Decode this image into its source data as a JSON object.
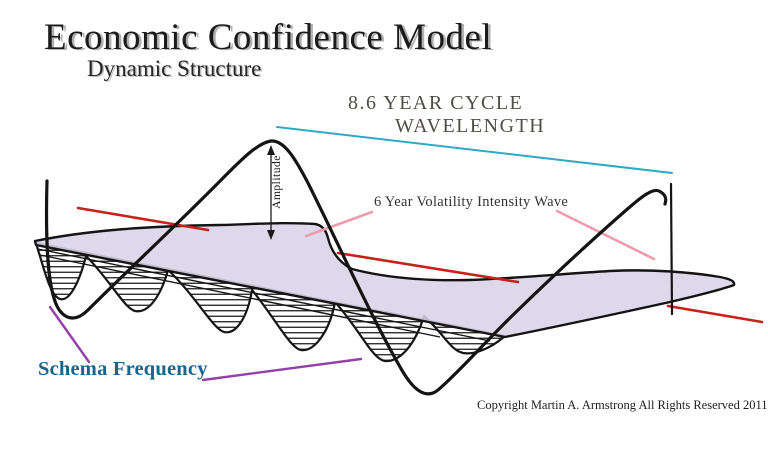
{
  "header": {
    "title": "Economic Confidence Model",
    "subtitle": "Dynamic Structure"
  },
  "labels": {
    "cycle_line1": "8.6 YEAR CYCLE",
    "cycle_line2": "WAVELENGTH",
    "volatility_wave": "6 Year Volatility Intensity Wave",
    "amplitude": "Amplitude",
    "schema_frequency": "Schema Frequency",
    "copyright": "Copyright Martin A. Armstrong All Rights Reserved 2011"
  },
  "colors": {
    "wave_stroke": "#141414",
    "wavelength_line_cyan": "#2fa9c4",
    "trend_line_red": "#c8201a",
    "volatility_callout_pink": "#ef9baa",
    "schema_callout_purple": "#9340a8",
    "band_fill_lavender": "#d8d4e8",
    "schema_text_blue": "#17648d",
    "cycle_text_gray": "#514d47"
  }
}
